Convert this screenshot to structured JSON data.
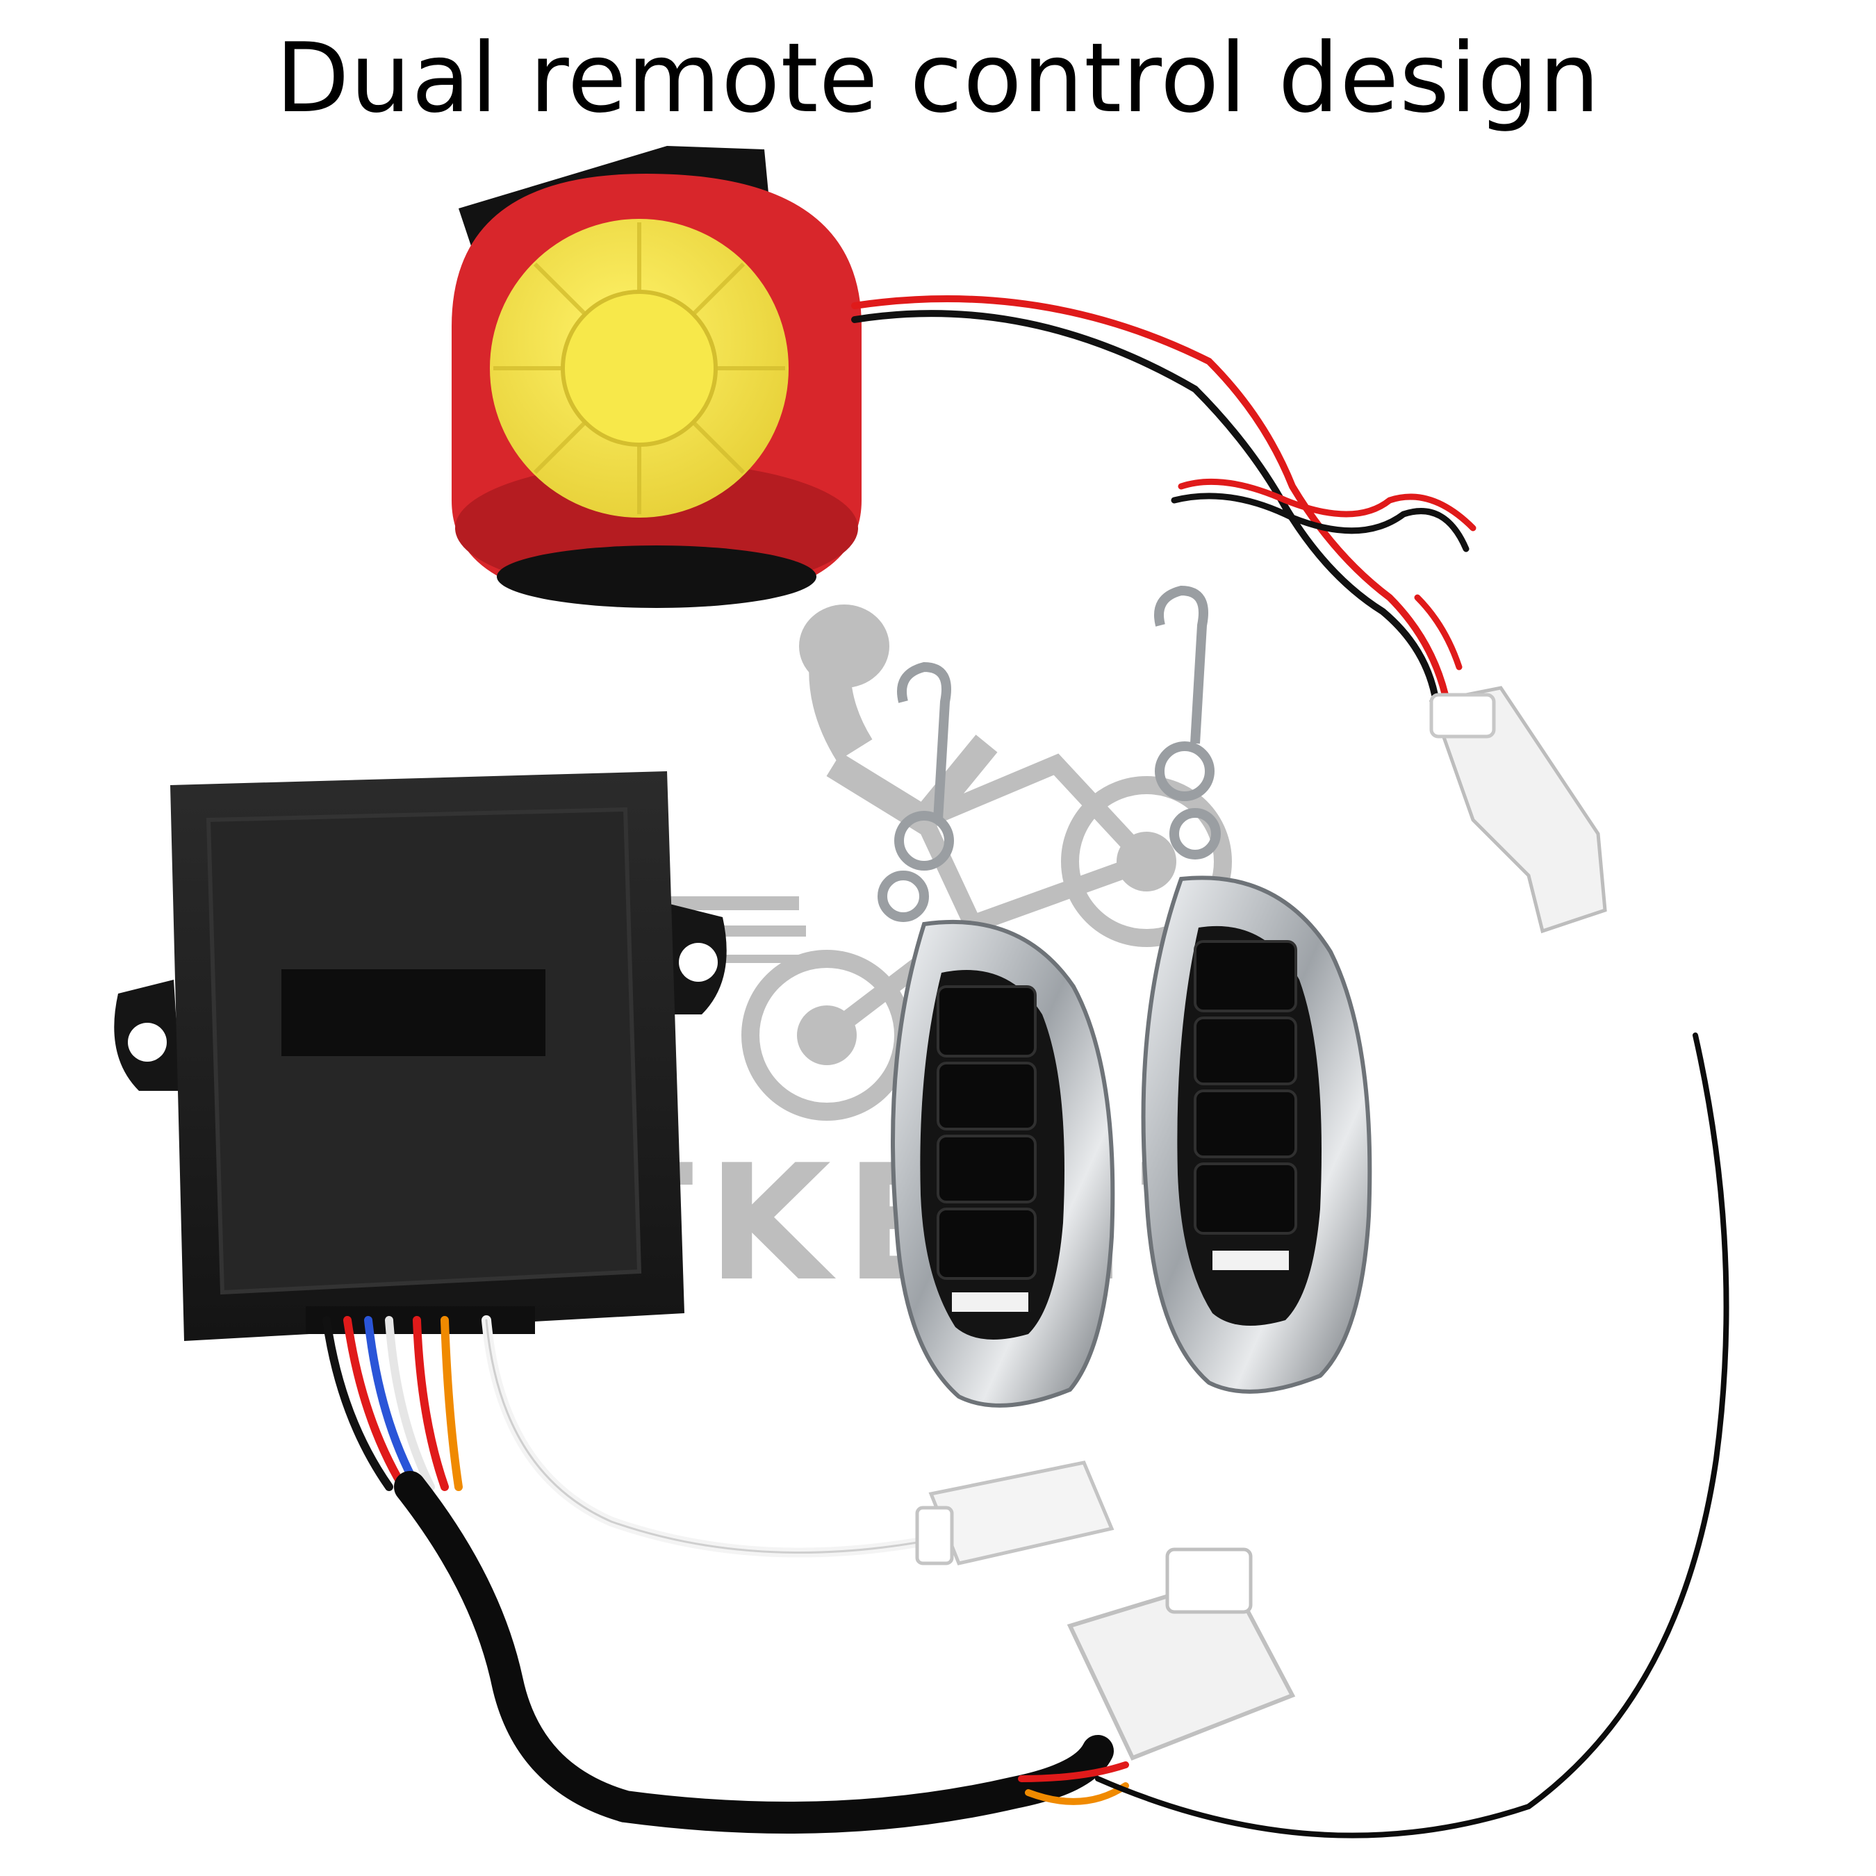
{
  "headline": "Dual remote control design",
  "watermark": {
    "text": "TKEMT",
    "icon": "motocross-rider-icon"
  },
  "colors": {
    "siren_body": "#d8262b",
    "siren_cone": "#f7e84a",
    "wire_red": "#e01a1a",
    "wire_black": "#111111",
    "module": "#1c1c1c",
    "chrome": "#bfc3c7",
    "connector": "#f2f2f2",
    "watermark": "#8a8a8a"
  },
  "items": [
    {
      "id": "siren",
      "icon": "alarm-siren-icon"
    },
    {
      "id": "control-module",
      "icon": "control-unit-icon"
    },
    {
      "id": "remote-1",
      "icon": "key-fob-icon"
    },
    {
      "id": "remote-2",
      "icon": "key-fob-icon"
    },
    {
      "id": "antenna",
      "icon": "antenna-wire-icon"
    }
  ]
}
